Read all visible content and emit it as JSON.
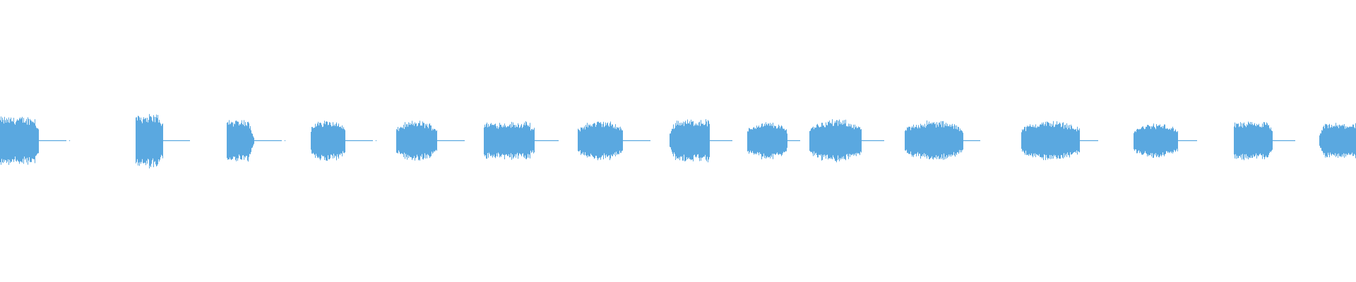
{
  "waveform": {
    "color": "#5aa8e0",
    "duration_fraction": 1.0,
    "segments": [
      {
        "start": 0.0,
        "end": 0.028,
        "amp": 0.09,
        "taper": "flat",
        "fade_to": 0.06
      },
      {
        "start": 0.1,
        "end": 0.12,
        "amp": 0.1,
        "taper": "flat",
        "fade_to": 0.14
      },
      {
        "start": 0.167,
        "end": 0.187,
        "amp": 0.08,
        "taper": "tail",
        "fade_to": 0.22
      },
      {
        "start": 0.229,
        "end": 0.254,
        "amp": 0.08,
        "taper": "round",
        "fade_to": 0.28
      },
      {
        "start": 0.292,
        "end": 0.322,
        "amp": 0.075,
        "taper": "round",
        "fade_to": 0.345
      },
      {
        "start": 0.357,
        "end": 0.394,
        "amp": 0.07,
        "taper": "flat",
        "fade_to": 0.412
      },
      {
        "start": 0.426,
        "end": 0.459,
        "amp": 0.075,
        "taper": "round",
        "fade_to": 0.48
      },
      {
        "start": 0.494,
        "end": 0.523,
        "amp": 0.08,
        "taper": "head",
        "fade_to": 0.54
      },
      {
        "start": 0.551,
        "end": 0.58,
        "amp": 0.07,
        "taper": "round",
        "fade_to": 0.59
      },
      {
        "start": 0.597,
        "end": 0.635,
        "amp": 0.08,
        "taper": "round",
        "fade_to": 0.652
      },
      {
        "start": 0.667,
        "end": 0.71,
        "amp": 0.075,
        "taper": "round",
        "fade_to": 0.723
      },
      {
        "start": 0.753,
        "end": 0.796,
        "amp": 0.075,
        "taper": "round",
        "fade_to": 0.81
      },
      {
        "start": 0.836,
        "end": 0.868,
        "amp": 0.065,
        "taper": "round",
        "fade_to": 0.883
      },
      {
        "start": 0.91,
        "end": 0.938,
        "amp": 0.07,
        "taper": "flat",
        "fade_to": 0.955
      },
      {
        "start": 0.973,
        "end": 1.0,
        "amp": 0.065,
        "taper": "head",
        "fade_to": 1.0
      }
    ]
  }
}
